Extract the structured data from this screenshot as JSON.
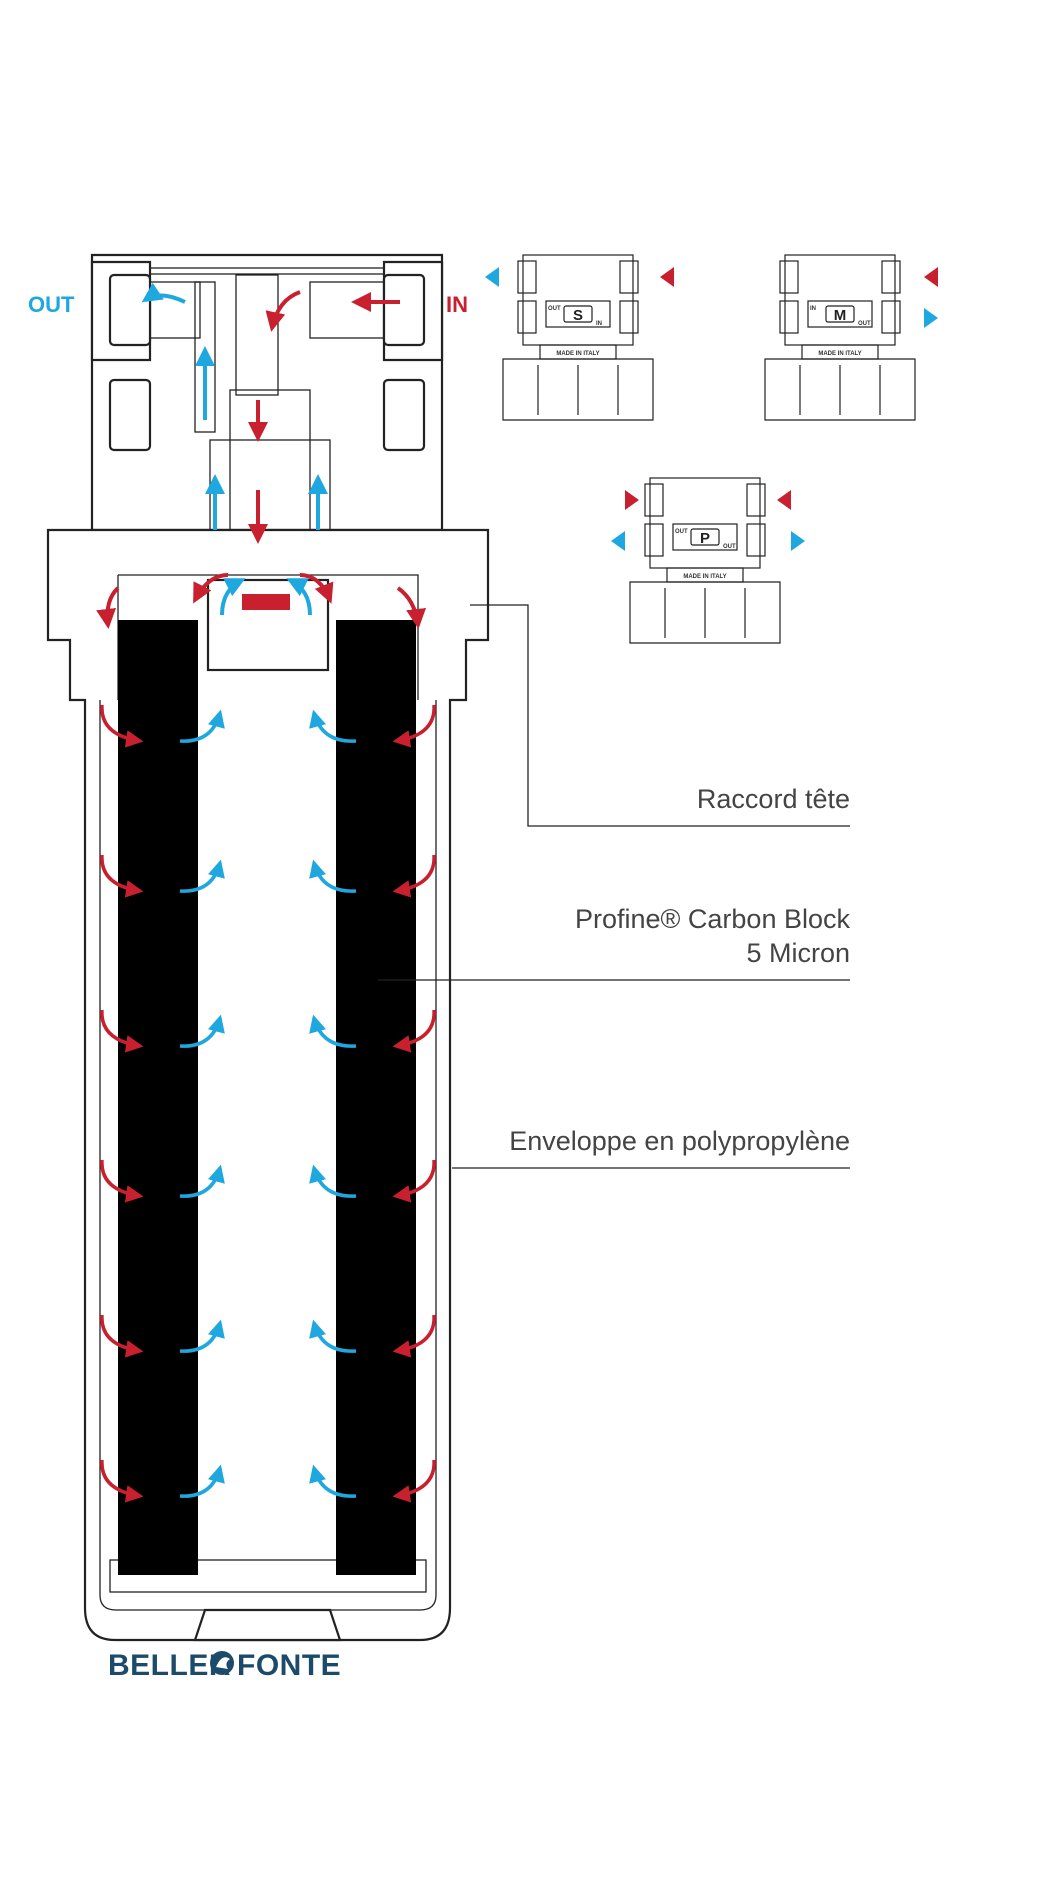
{
  "ports": {
    "out": "OUT",
    "in": "IN"
  },
  "callouts": {
    "head": "Raccord tête",
    "carbon_line1": "Profine® Carbon Block",
    "carbon_line2": "5 Micron",
    "housing": "Enveloppe en polypropylène"
  },
  "heads": [
    {
      "mode": "S",
      "port_a": "OUT",
      "port_b": "IN",
      "stamp": "MADE IN ITALY"
    },
    {
      "mode": "M",
      "port_a": "IN",
      "port_b": "OUT",
      "stamp": "MADE IN ITALY"
    },
    {
      "mode": "P",
      "port_a": "OUT",
      "port_b": "OUT",
      "stamp": "MADE IN ITALY"
    }
  ],
  "logo": {
    "left": "BELLER",
    "right": "FONTE"
  },
  "colors": {
    "in_flow": "#c8202f",
    "out_flow": "#1ea8df",
    "outline": "#222222",
    "logo": "#1b4a6b",
    "callout": "#444444"
  }
}
